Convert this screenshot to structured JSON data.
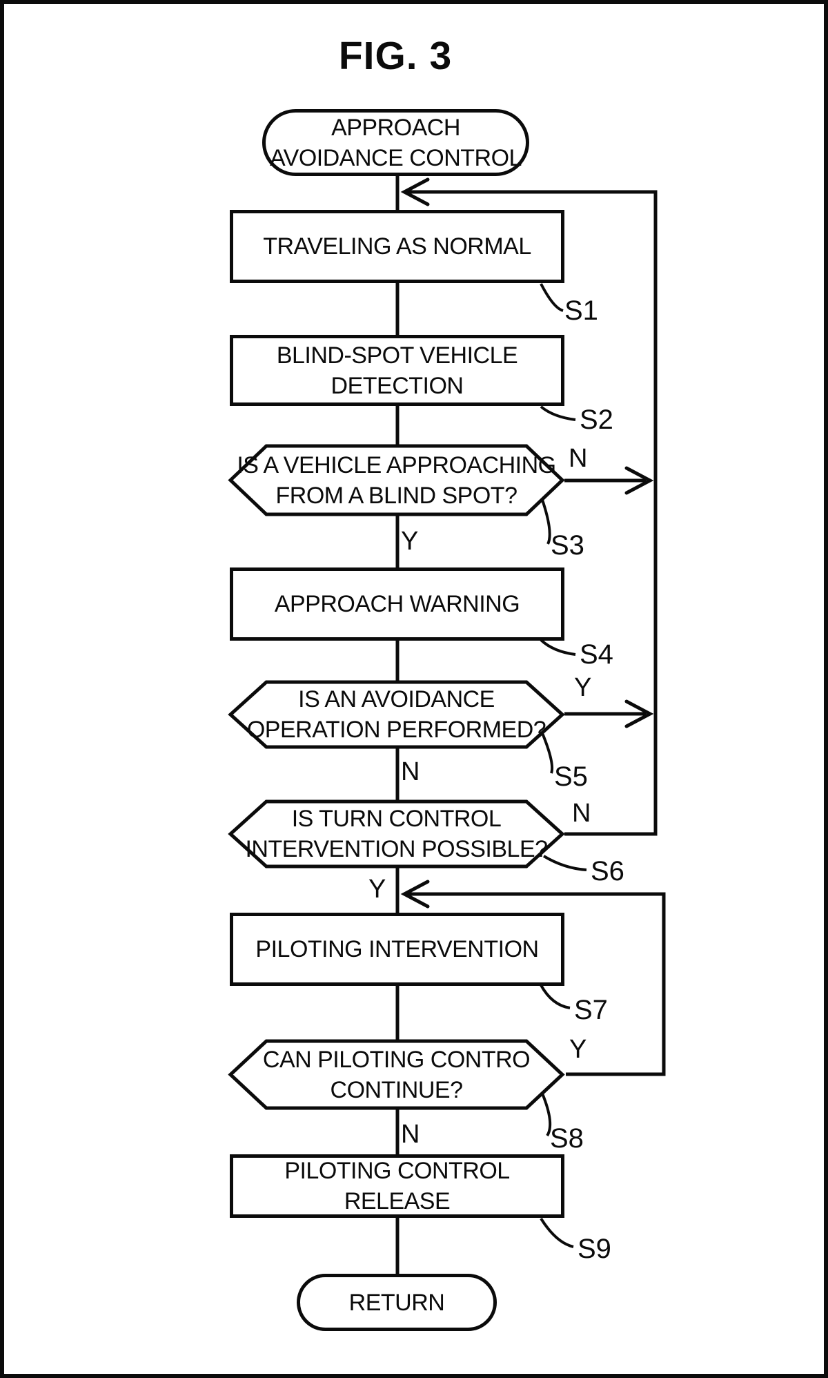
{
  "figure": {
    "title": "FIG. 3"
  },
  "flowchart": {
    "nodes": {
      "start": {
        "type": "terminal",
        "lines": [
          "APPROACH",
          "AVOIDANCE CONTROL"
        ]
      },
      "s1": {
        "type": "process",
        "step": "S1",
        "lines": [
          "TRAVELING AS NORMAL"
        ]
      },
      "s2": {
        "type": "process",
        "step": "S2",
        "lines": [
          "BLIND-SPOT VEHICLE",
          "DETECTION"
        ]
      },
      "s3": {
        "type": "decision",
        "step": "S3",
        "lines": [
          "IS A VEHICLE APPROACHING",
          "FROM A BLIND SPOT?"
        ],
        "yes": "Y",
        "no": "N"
      },
      "s4": {
        "type": "process",
        "step": "S4",
        "lines": [
          "APPROACH WARNING"
        ]
      },
      "s5": {
        "type": "decision",
        "step": "S5",
        "lines": [
          "IS AN AVOIDANCE",
          "OPERATION PERFORMED?"
        ],
        "yes": "Y",
        "no": "N"
      },
      "s6": {
        "type": "decision",
        "step": "S6",
        "lines": [
          "IS TURN CONTROL",
          "INTERVENTION POSSIBLE?"
        ],
        "yes": "Y",
        "no": "N"
      },
      "s7": {
        "type": "process",
        "step": "S7",
        "lines": [
          "PILOTING INTERVENTION"
        ]
      },
      "s8": {
        "type": "decision",
        "step": "S8",
        "lines": [
          "CAN PILOTING CONTRO",
          "CONTINUE?"
        ],
        "yes": "Y",
        "no": "N"
      },
      "s9": {
        "type": "process",
        "step": "S9",
        "lines": [
          "PILOTING CONTROL",
          "RELEASE"
        ]
      },
      "end": {
        "type": "terminal",
        "lines": [
          "RETURN"
        ]
      }
    },
    "colors": {
      "ink": "#0b0b0b",
      "background": "#ffffff"
    }
  }
}
